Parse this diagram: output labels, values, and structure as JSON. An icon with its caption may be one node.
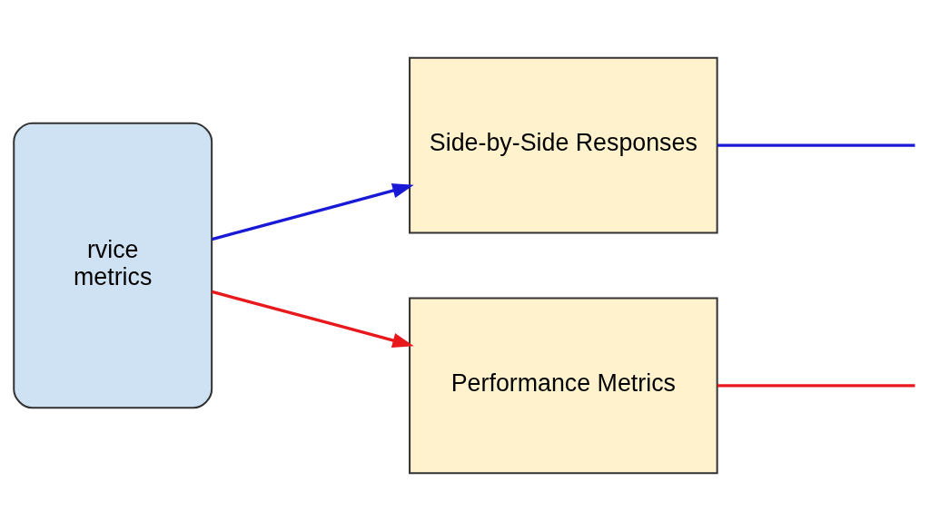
{
  "diagram": {
    "nodes": [
      {
        "text": [
          "rvice",
          "metrics"
        ]
      },
      {
        "text": [
          "Side-by-Side Responses"
        ]
      },
      {
        "text": [
          "Performance Metrics"
        ]
      }
    ],
    "edges": [
      {
        "from": 0,
        "to": 1,
        "arrow": "to",
        "color": "#1a1ad6"
      },
      {
        "from": 0,
        "to": 2,
        "arrow": "to",
        "color": "#e8191c"
      },
      {
        "from": 1,
        "to": null,
        "arrow": "none",
        "color": "#1a1ad6"
      },
      {
        "from": 2,
        "to": null,
        "arrow": "none",
        "color": "#e8191c"
      }
    ]
  }
}
